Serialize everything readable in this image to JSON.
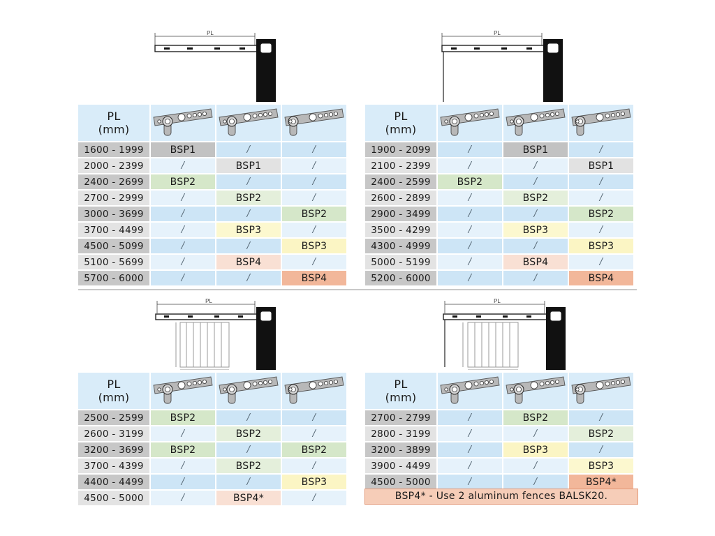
{
  "slash": "/",
  "diagram_label": "PL",
  "quads": [
    {
      "pl_header": [
        "PL",
        "(mm)"
      ],
      "rows": [
        {
          "range": "1600 - 1999",
          "c": [
            "BSP1",
            "/",
            "/"
          ],
          "cls": [
            "c-g1",
            "",
            ""
          ]
        },
        {
          "range": "2000 - 2399",
          "c": [
            "/",
            "BSP1",
            "/"
          ],
          "cls": [
            "",
            "c-g2",
            ""
          ]
        },
        {
          "range": "2400 - 2699",
          "c": [
            "BSP2",
            "/",
            "/"
          ],
          "cls": [
            "c-green",
            "",
            ""
          ]
        },
        {
          "range": "2700 - 2999",
          "c": [
            "/",
            "BSP2",
            "/"
          ],
          "cls": [
            "",
            "c-green2",
            ""
          ]
        },
        {
          "range": "3000 - 3699",
          "c": [
            "/",
            "/",
            "BSP2"
          ],
          "cls": [
            "",
            "",
            "c-green"
          ]
        },
        {
          "range": "3700 - 4499",
          "c": [
            "/",
            "BSP3",
            "/"
          ],
          "cls": [
            "",
            "c-yellow",
            ""
          ]
        },
        {
          "range": "4500 - 5099",
          "c": [
            "/",
            "/",
            "BSP3"
          ],
          "cls": [
            "",
            "",
            "c-yellow2"
          ]
        },
        {
          "range": "5100 - 5699",
          "c": [
            "/",
            "BSP4",
            "/"
          ],
          "cls": [
            "",
            "c-pink",
            ""
          ]
        },
        {
          "range": "5700 - 6000",
          "c": [
            "/",
            "/",
            "BSP4"
          ],
          "cls": [
            "",
            "",
            "c-salmon"
          ]
        }
      ]
    },
    {
      "pl_header": [
        "PL",
        "(mm)"
      ],
      "rows": [
        {
          "range": "1900 - 2099",
          "c": [
            "/",
            "BSP1",
            "/"
          ],
          "cls": [
            "",
            "c-g1",
            ""
          ]
        },
        {
          "range": "2100 - 2399",
          "c": [
            "/",
            "/",
            "BSP1"
          ],
          "cls": [
            "",
            "",
            "c-g2"
          ]
        },
        {
          "range": "2400 - 2599",
          "c": [
            "BSP2",
            "/",
            "/"
          ],
          "cls": [
            "c-green",
            "",
            ""
          ]
        },
        {
          "range": "2600 - 2899",
          "c": [
            "/",
            "BSP2",
            "/"
          ],
          "cls": [
            "",
            "c-green2",
            ""
          ]
        },
        {
          "range": "2900 - 3499",
          "c": [
            "/",
            "/",
            "BSP2"
          ],
          "cls": [
            "",
            "",
            "c-green"
          ]
        },
        {
          "range": "3500 - 4299",
          "c": [
            "/",
            "BSP3",
            "/"
          ],
          "cls": [
            "",
            "c-yellow",
            ""
          ]
        },
        {
          "range": "4300 - 4999",
          "c": [
            "/",
            "/",
            "BSP3"
          ],
          "cls": [
            "",
            "",
            "c-yellow2"
          ]
        },
        {
          "range": "5000 - 5199",
          "c": [
            "/",
            "BSP4",
            "/"
          ],
          "cls": [
            "",
            "c-pink",
            ""
          ]
        },
        {
          "range": "5200 - 6000",
          "c": [
            "/",
            "/",
            "BSP4"
          ],
          "cls": [
            "",
            "",
            "c-salmon"
          ]
        }
      ]
    },
    {
      "pl_header": [
        "PL",
        "(mm)"
      ],
      "rows": [
        {
          "range": "2500 - 2599",
          "c": [
            "BSP2",
            "/",
            "/"
          ],
          "cls": [
            "c-green",
            "",
            ""
          ]
        },
        {
          "range": "2600 - 3199",
          "c": [
            "/",
            "BSP2",
            "/"
          ],
          "cls": [
            "",
            "c-green2",
            ""
          ]
        },
        {
          "range": "3200 - 3699",
          "c": [
            "BSP2",
            "/",
            "BSP2"
          ],
          "cls": [
            "c-green",
            "",
            "c-green"
          ]
        },
        {
          "range": "3700 - 4399",
          "c": [
            "/",
            "BSP2",
            "/"
          ],
          "cls": [
            "",
            "c-green2",
            ""
          ]
        },
        {
          "range": "4400 - 4499",
          "c": [
            "/",
            "/",
            "BSP3"
          ],
          "cls": [
            "",
            "",
            "c-yellow2"
          ]
        },
        {
          "range": "4500 - 5000",
          "c": [
            "/",
            "BSP4*",
            "/"
          ],
          "cls": [
            "",
            "c-pink",
            ""
          ]
        }
      ]
    },
    {
      "pl_header": [
        "PL",
        "(mm)"
      ],
      "rows": [
        {
          "range": "2700 - 2799",
          "c": [
            "/",
            "BSP2",
            "/"
          ],
          "cls": [
            "",
            "c-green",
            ""
          ]
        },
        {
          "range": "2800 - 3199",
          "c": [
            "/",
            "/",
            "BSP2"
          ],
          "cls": [
            "",
            "",
            "c-green2"
          ]
        },
        {
          "range": "3200 - 3899",
          "c": [
            "/",
            "BSP3",
            "/"
          ],
          "cls": [
            "",
            "c-yellow2",
            ""
          ]
        },
        {
          "range": "3900 - 4499",
          "c": [
            "/",
            "/",
            "BSP3"
          ],
          "cls": [
            "",
            "",
            "c-yellow"
          ]
        },
        {
          "range": "4500 - 5000",
          "c": [
            "/",
            "/",
            "BSP4*"
          ],
          "cls": [
            "",
            "",
            "c-salmon"
          ]
        }
      ]
    }
  ],
  "note": "BSP4* - Use 2 aluminum fences BALSK20."
}
